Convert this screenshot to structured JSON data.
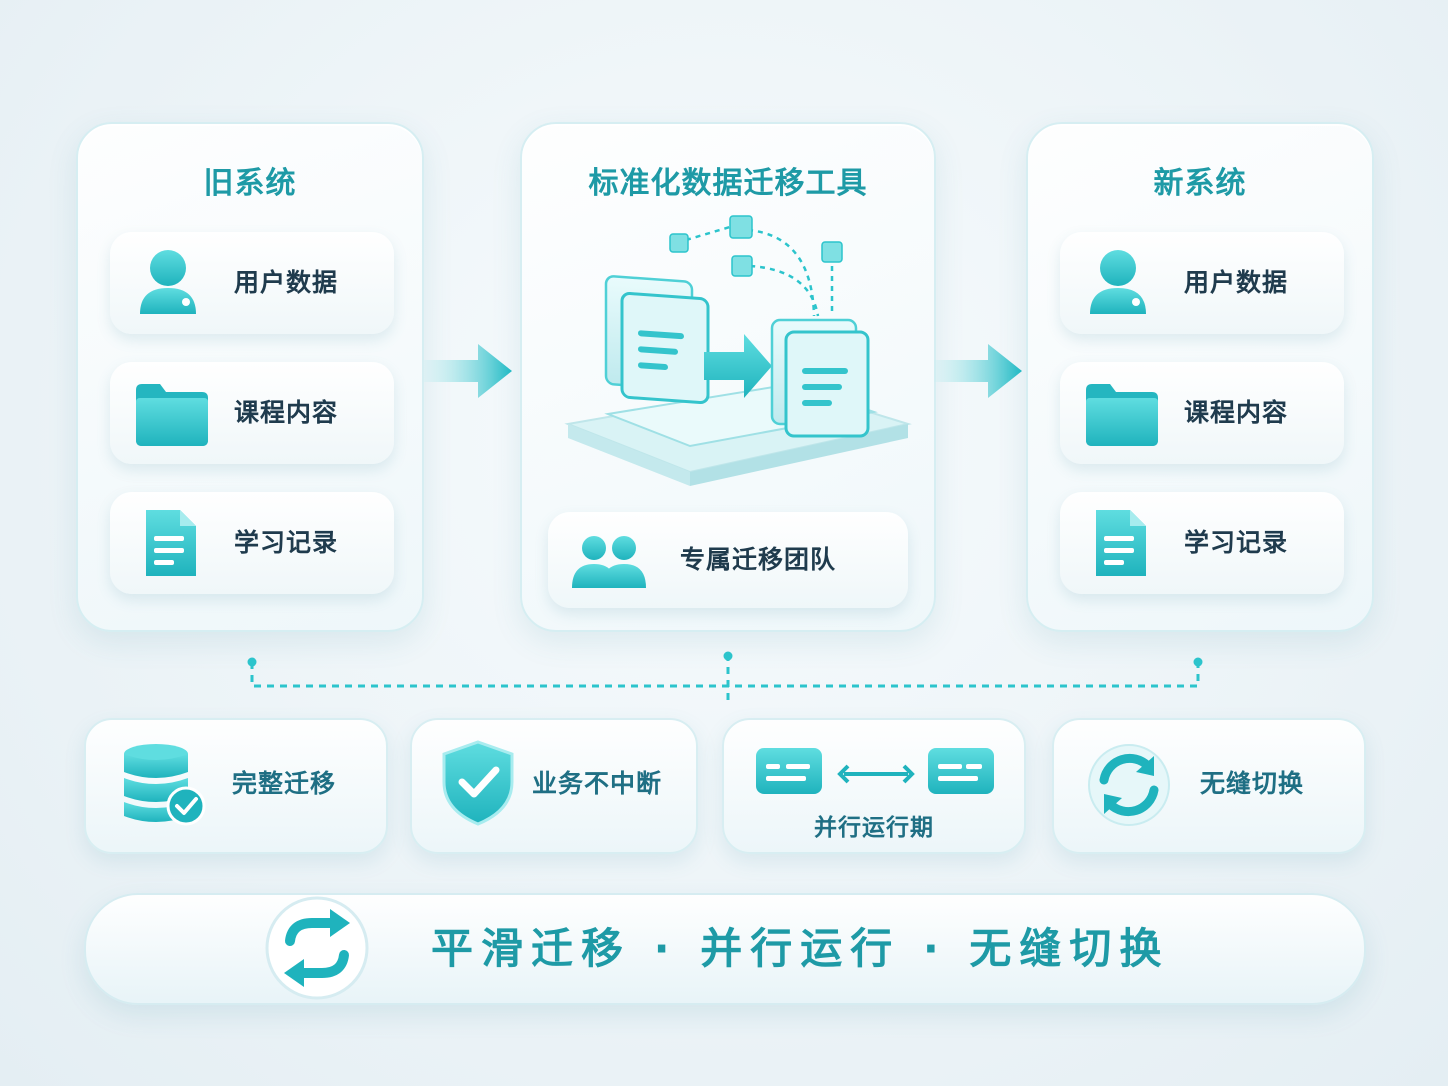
{
  "panels": {
    "old_system": {
      "title": "旧系统",
      "items": [
        {
          "label": "用户数据",
          "icon": "user-icon"
        },
        {
          "label": "课程内容",
          "icon": "folder-icon"
        },
        {
          "label": "学习记录",
          "icon": "document-icon"
        }
      ]
    },
    "migration_tool": {
      "title": "标准化数据迁移工具",
      "team_label": "专属迁移团队",
      "team_icon": "team-icon",
      "illustration_icon": "file-transfer-icon"
    },
    "new_system": {
      "title": "新系统",
      "items": [
        {
          "label": "用户数据",
          "icon": "user-icon"
        },
        {
          "label": "课程内容",
          "icon": "folder-icon"
        },
        {
          "label": "学习记录",
          "icon": "document-icon"
        }
      ]
    }
  },
  "features": [
    {
      "label": "完整迁移",
      "icon": "database-check-icon"
    },
    {
      "label": "业务不中断",
      "icon": "shield-check-icon"
    },
    {
      "label": "并行运行期",
      "icon": "parallel-servers-icon"
    },
    {
      "label": "无缝切换",
      "icon": "sync-icon"
    }
  ],
  "banner": {
    "text": "平滑迁移 · 并行运行 · 无缝切换",
    "icon": "swap-arrows-icon"
  },
  "colors": {
    "accent": "#1e9aa6",
    "icon_teal": "#2cc4cc",
    "text_dark": "#1f3b4d"
  }
}
